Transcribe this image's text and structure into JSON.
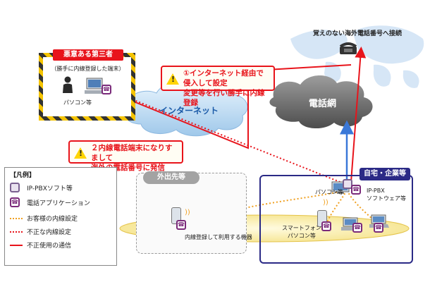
{
  "malicious_party": {
    "title": "悪意ある第三者",
    "subtitle": "（勝手に内線登録した端末）",
    "pc_label": "パソコン等"
  },
  "callouts": {
    "first": {
      "number": "①",
      "line1": "インターネット経由で侵入して設定",
      "line2": "変更等を行い勝手に内線登録"
    },
    "second": {
      "number": "２",
      "line1": "内線電話端末になりすまして",
      "line2": "海外の電話番号に発信"
    }
  },
  "internet_label": "インターネット",
  "phone_network_label": "電話網",
  "overseas_label": "覚えのない海外電話番号へ接続",
  "outside_label": "外出先等",
  "home_office_label": "自宅・企業等",
  "pc_label_office": "パソコン等",
  "pbx_label_1": "IP-PBX",
  "pbx_label_2": "ソフトウェア等",
  "smartphone_label_1": "スマートフォン",
  "smartphone_label_2": "パソコン等",
  "extension_device_label": "内線登録して利用する機器",
  "legend": {
    "title": "【凡例】",
    "items": [
      {
        "label": "IP-PBXソフト等"
      },
      {
        "label": "電話アプリケーション"
      },
      {
        "label": "お客様の内線設定"
      },
      {
        "label": "不正な内線設定"
      },
      {
        "label": "不正使用の通信"
      }
    ]
  },
  "colors": {
    "red": "#e8141b",
    "orange_dotted": "#f0a020",
    "blue_arrow": "#3a78d8",
    "navy_frame": "#2b2a86",
    "gray_header": "#a3a3a3",
    "hazard_yellow": "#f5c400"
  }
}
